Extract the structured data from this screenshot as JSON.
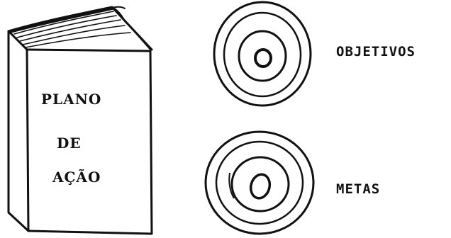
{
  "book": {
    "line1": "PLANO",
    "line2": "DE",
    "line3": "AÇÃO"
  },
  "targets": [
    {
      "label": "OBJETIVOS"
    },
    {
      "label": "METAS"
    }
  ],
  "colors": {
    "ink": "#111111",
    "paper": "#ffffff"
  }
}
